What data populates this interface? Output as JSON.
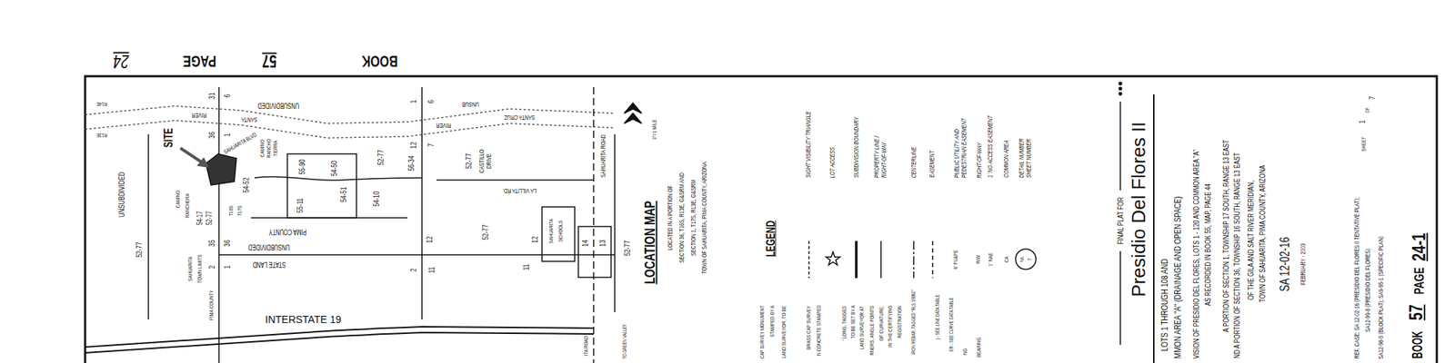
{
  "diagram": {
    "title": "Presidio Del Flores II",
    "labels": [
      "BOOK",
      "57",
      "PAGE",
      "24",
      "R14E",
      "R13E",
      "UNSUBDIVIDED",
      "52-77",
      "SITE",
      "RIVER",
      "31",
      "6",
      "36",
      "1",
      "UNSUBDIVIDED",
      "SANTA",
      "SAHUARITA BLVD",
      "CAMINO",
      "RANCHO",
      "TIERRA",
      "CAMINO",
      "RANCHERA",
      "54-17",
      "54-52",
      "55-90",
      "54-50",
      "55-11",
      "54-51",
      "54-10",
      "52-77",
      "56-34",
      "1",
      "6",
      "12",
      "7",
      "UNSUB",
      "RIVER",
      "SANTA CRUZ",
      "52-77",
      "CASTILLO",
      "DRIVE",
      "LA VILLITA RD.",
      "SAHUARITA ROAD",
      "SAHUARITA",
      "SCHOOLS",
      "12",
      "11",
      "14",
      "13",
      "52-77",
      "52-77",
      "12",
      "2",
      "11",
      "35",
      "36",
      "2",
      "1",
      "52-77",
      "T16S",
      "T17S",
      "UNSUBDIVIDED",
      "STATE LAND",
      "PIMA COUNTY",
      "SAHUARITA",
      "TOWN LIMITS",
      "PIMA COUNTY",
      "INTERSTATE 19",
      "TO GREEN VALLEY",
      "ITA ROAD",
      "3\"=1 MILE",
      "LOCATION MAP",
      "LOCATED IN A PORTION OF",
      "SECTION 36, T16S, R13E, G&SRM AND",
      "SECTION 1, T17S, R13E, G&SRM",
      "TOWN OF SAHUARITA, PIMA COUNTY, ARIZONA",
      "LEGEND",
      "CAP SURVEY MONUMENT",
      "STAMPED BY A",
      "LAND SURVEYOR, TO BE",
      "BRASS CAP SURVEY",
      "N CONCRETE STAMPED",
      "' LONG, TAGGED",
      "TO BE SET BY A",
      "LAND SURVEYOR AT",
      "RNERS, ANGLE POINTS",
      "OF CURVATURE,",
      "IN THE CERTIFYING",
      "REGISTRATION",
      "IRON REBAR, TAGGED \"RLS 19862\"",
      ") - SEE LINE DATA TABLE",
      "ER - SEE CURVE DATA TABLE",
      "NG",
      "BEARING",
      "8' PU&PE",
      "R/W",
      "1' NAE",
      "CA",
      "No.",
      "7",
      "FINAL PLAT FOR",
      "LOTS 1 THROUGH 108 AND",
      "MMON AREA \"A\" (DRAINAGE AND OPEN SPACE)",
      "VISION OF PRESIDIO DEL FLORES, LOTS 1 - 120 AND COMMON AREA \"A\"",
      "AS RECORDED IN BOOK 55, MAP, PAGE 44",
      "A PORTION OF SECTION 1, TOWNSHIP 17 SOUTH, RANGE 13 EAST",
      "ND A PORTION OF SECTION 36, TOWNSHIP 16 SOUTH, RANGE 13 EAST",
      "OF THE GILA AND SALT RIVER MERIDIAN,",
      "TOWN OF SAHUARITA, PIMA COUNTY, ARIZONA",
      "SA 12-02-16",
      "FEBRUARY - 2003",
      "REF. CASE: SA 12-02-16 (PRESIDIO DEL FLORES II TENTATIVE PLAT);",
      "SA12-99-8 (PRESIDIO DEL FLORES)",
      "SA12-98-5 (BLOCK PLAT); SA9-95-1 (SPECIFIC PLAN)",
      "SHEET",
      "1",
      "OF",
      "7",
      "BOOK",
      "57",
      "PAGE",
      "24-1"
    ],
    "legend": [
      {
        "text": "SIGHT VISIBILITY TRIANGLE"
      },
      {
        "text": "LOT ACCESS"
      },
      {
        "text": "SUBDIVISION BOUNDARY"
      },
      {
        "text": "PROPERTY LINE / RIGHT-OF-WAY"
      },
      {
        "text": "CENTERLINE"
      },
      {
        "text": "EASEMENT"
      },
      {
        "text": "PUBLIC UTILITY AND PEDESTRIAN EASEMENT"
      },
      {
        "text": "RIGHT-OF-WAY"
      },
      {
        "text": "1' NO ACCESS EASEMENT"
      },
      {
        "text": "COMMON AREA"
      },
      {
        "text": "DETAIL NUMBER SHEET NUMBER"
      }
    ]
  }
}
